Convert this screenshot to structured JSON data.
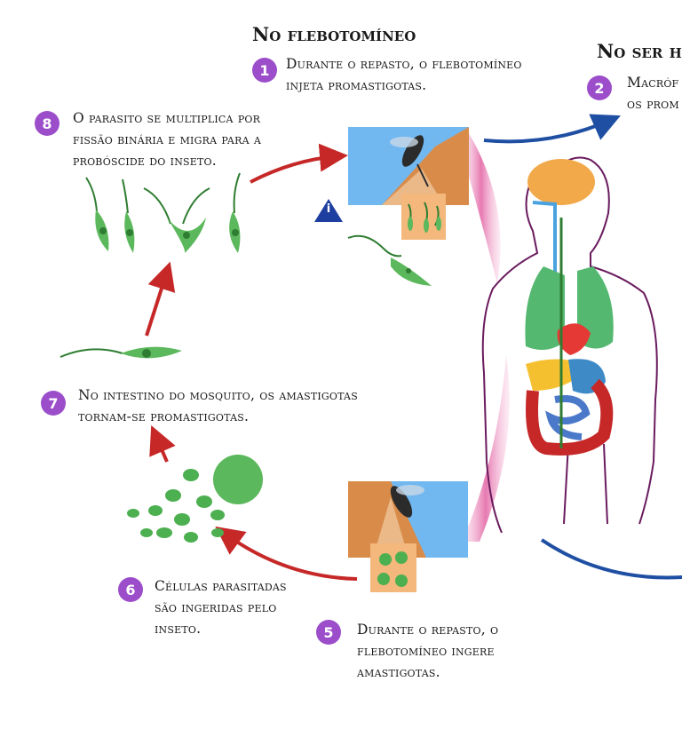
{
  "titles": {
    "sandfly": "No flebotomíneo",
    "human": "No ser hu"
  },
  "steps": [
    {
      "number": "1",
      "line1": "Durante o repasto, o flebotomíneo",
      "line2": "injeta promastigotas."
    },
    {
      "number": "2",
      "line1": "Macróf",
      "line2": "os prom"
    },
    {
      "number": "5",
      "line1": "Durante o repasto, o",
      "line2": "flebotomíneo ingere",
      "line3": "amastigotas."
    },
    {
      "number": "6",
      "line1": "Células parasitadas",
      "line2": "são ingeridas pelo",
      "line3": "inseto."
    },
    {
      "number": "7",
      "line1": "No intestino do mosquito, os amastigotas",
      "line2": "tornam-se promastigotas."
    },
    {
      "number": "8",
      "line1": "O parasito se multiplica por",
      "line2": "fissão binária e migra para a",
      "line3": "probóscide do inseto."
    }
  ],
  "stage_marker": "i",
  "colors": {
    "badge": "#9b4dca",
    "red_arrow": "#c62828",
    "blue_arrow": "#1f4fa3",
    "parasite_green": "#5cb85c",
    "body_outline": "#6a1b5e",
    "skin": "#d98c4a",
    "sky": "#72b8f0"
  }
}
